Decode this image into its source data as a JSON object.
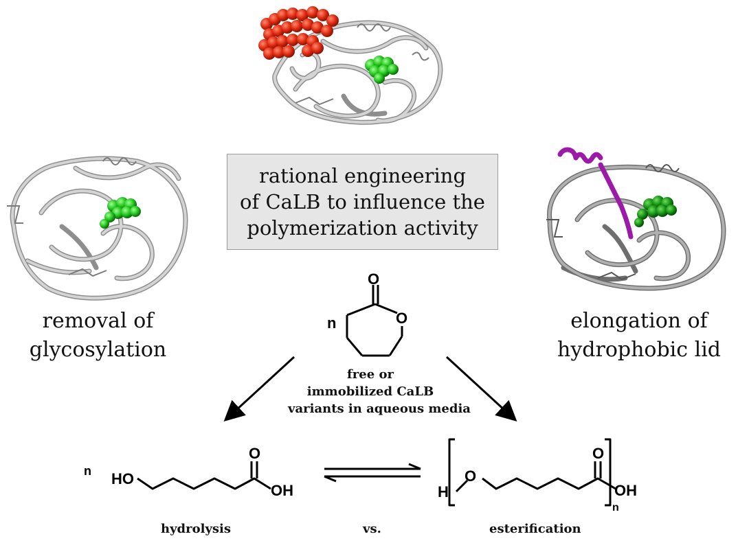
{
  "center_box": {
    "line1": "rational engineering",
    "line2": "of CaLB to influence the",
    "line3": "polymerization activity"
  },
  "left_caption": {
    "line1": "removal of",
    "line2": "glycosylation"
  },
  "right_caption": {
    "line1": "elongation of",
    "line2": "hydrophobic lid"
  },
  "monomer": {
    "n_label": "n",
    "o_carbonyl": "O",
    "o_ring": "O"
  },
  "conditions": {
    "line1": "free or",
    "line2": "immobilized CaLB",
    "line3": "variants in aqueous media"
  },
  "hydrolysis_product": {
    "n_label": "n",
    "ho": "HO",
    "o": "O",
    "oh": "OH"
  },
  "ester_product": {
    "h": "H",
    "o_link": "O",
    "o": "O",
    "oh": "OH",
    "n_sub": "n"
  },
  "bottom_labels": {
    "hydrolysis": "hydrolysis",
    "vs": "vs.",
    "esterification": "esterification"
  },
  "colors": {
    "protein_ribbon": "#b5b5b5",
    "active_site": "#22c41e",
    "glycosylation": "#e02a10",
    "lid": "#9b1aa8",
    "box_fill": "#e6e6e6"
  }
}
